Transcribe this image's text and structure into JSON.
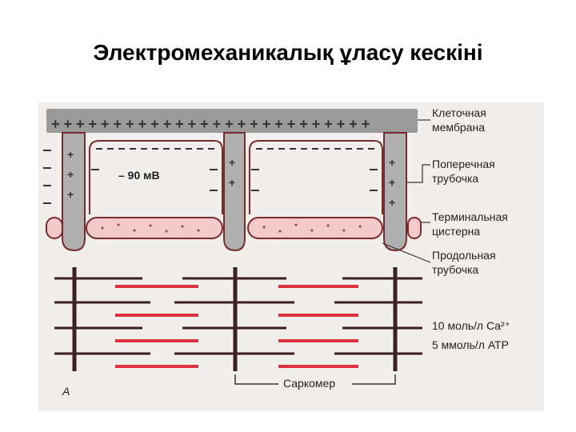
{
  "slide": {
    "title": "Электромеханикалық ұласу кескіні"
  },
  "diagram": {
    "potential": "– 90 мВ",
    "labels": {
      "membrane": [
        "Клеточная",
        "мембрана"
      ],
      "t_tubule": [
        "Поперечная",
        "трубочка"
      ],
      "cistern": [
        "Терминальная",
        "цистерна"
      ],
      "longitudinal": [
        "Продольная",
        "трубочка"
      ],
      "ca": "10 моль/л Ca²⁺",
      "atp": "5 ммоль/л АТР",
      "sarcomere": "Саркомер",
      "panel": "А"
    }
  }
}
